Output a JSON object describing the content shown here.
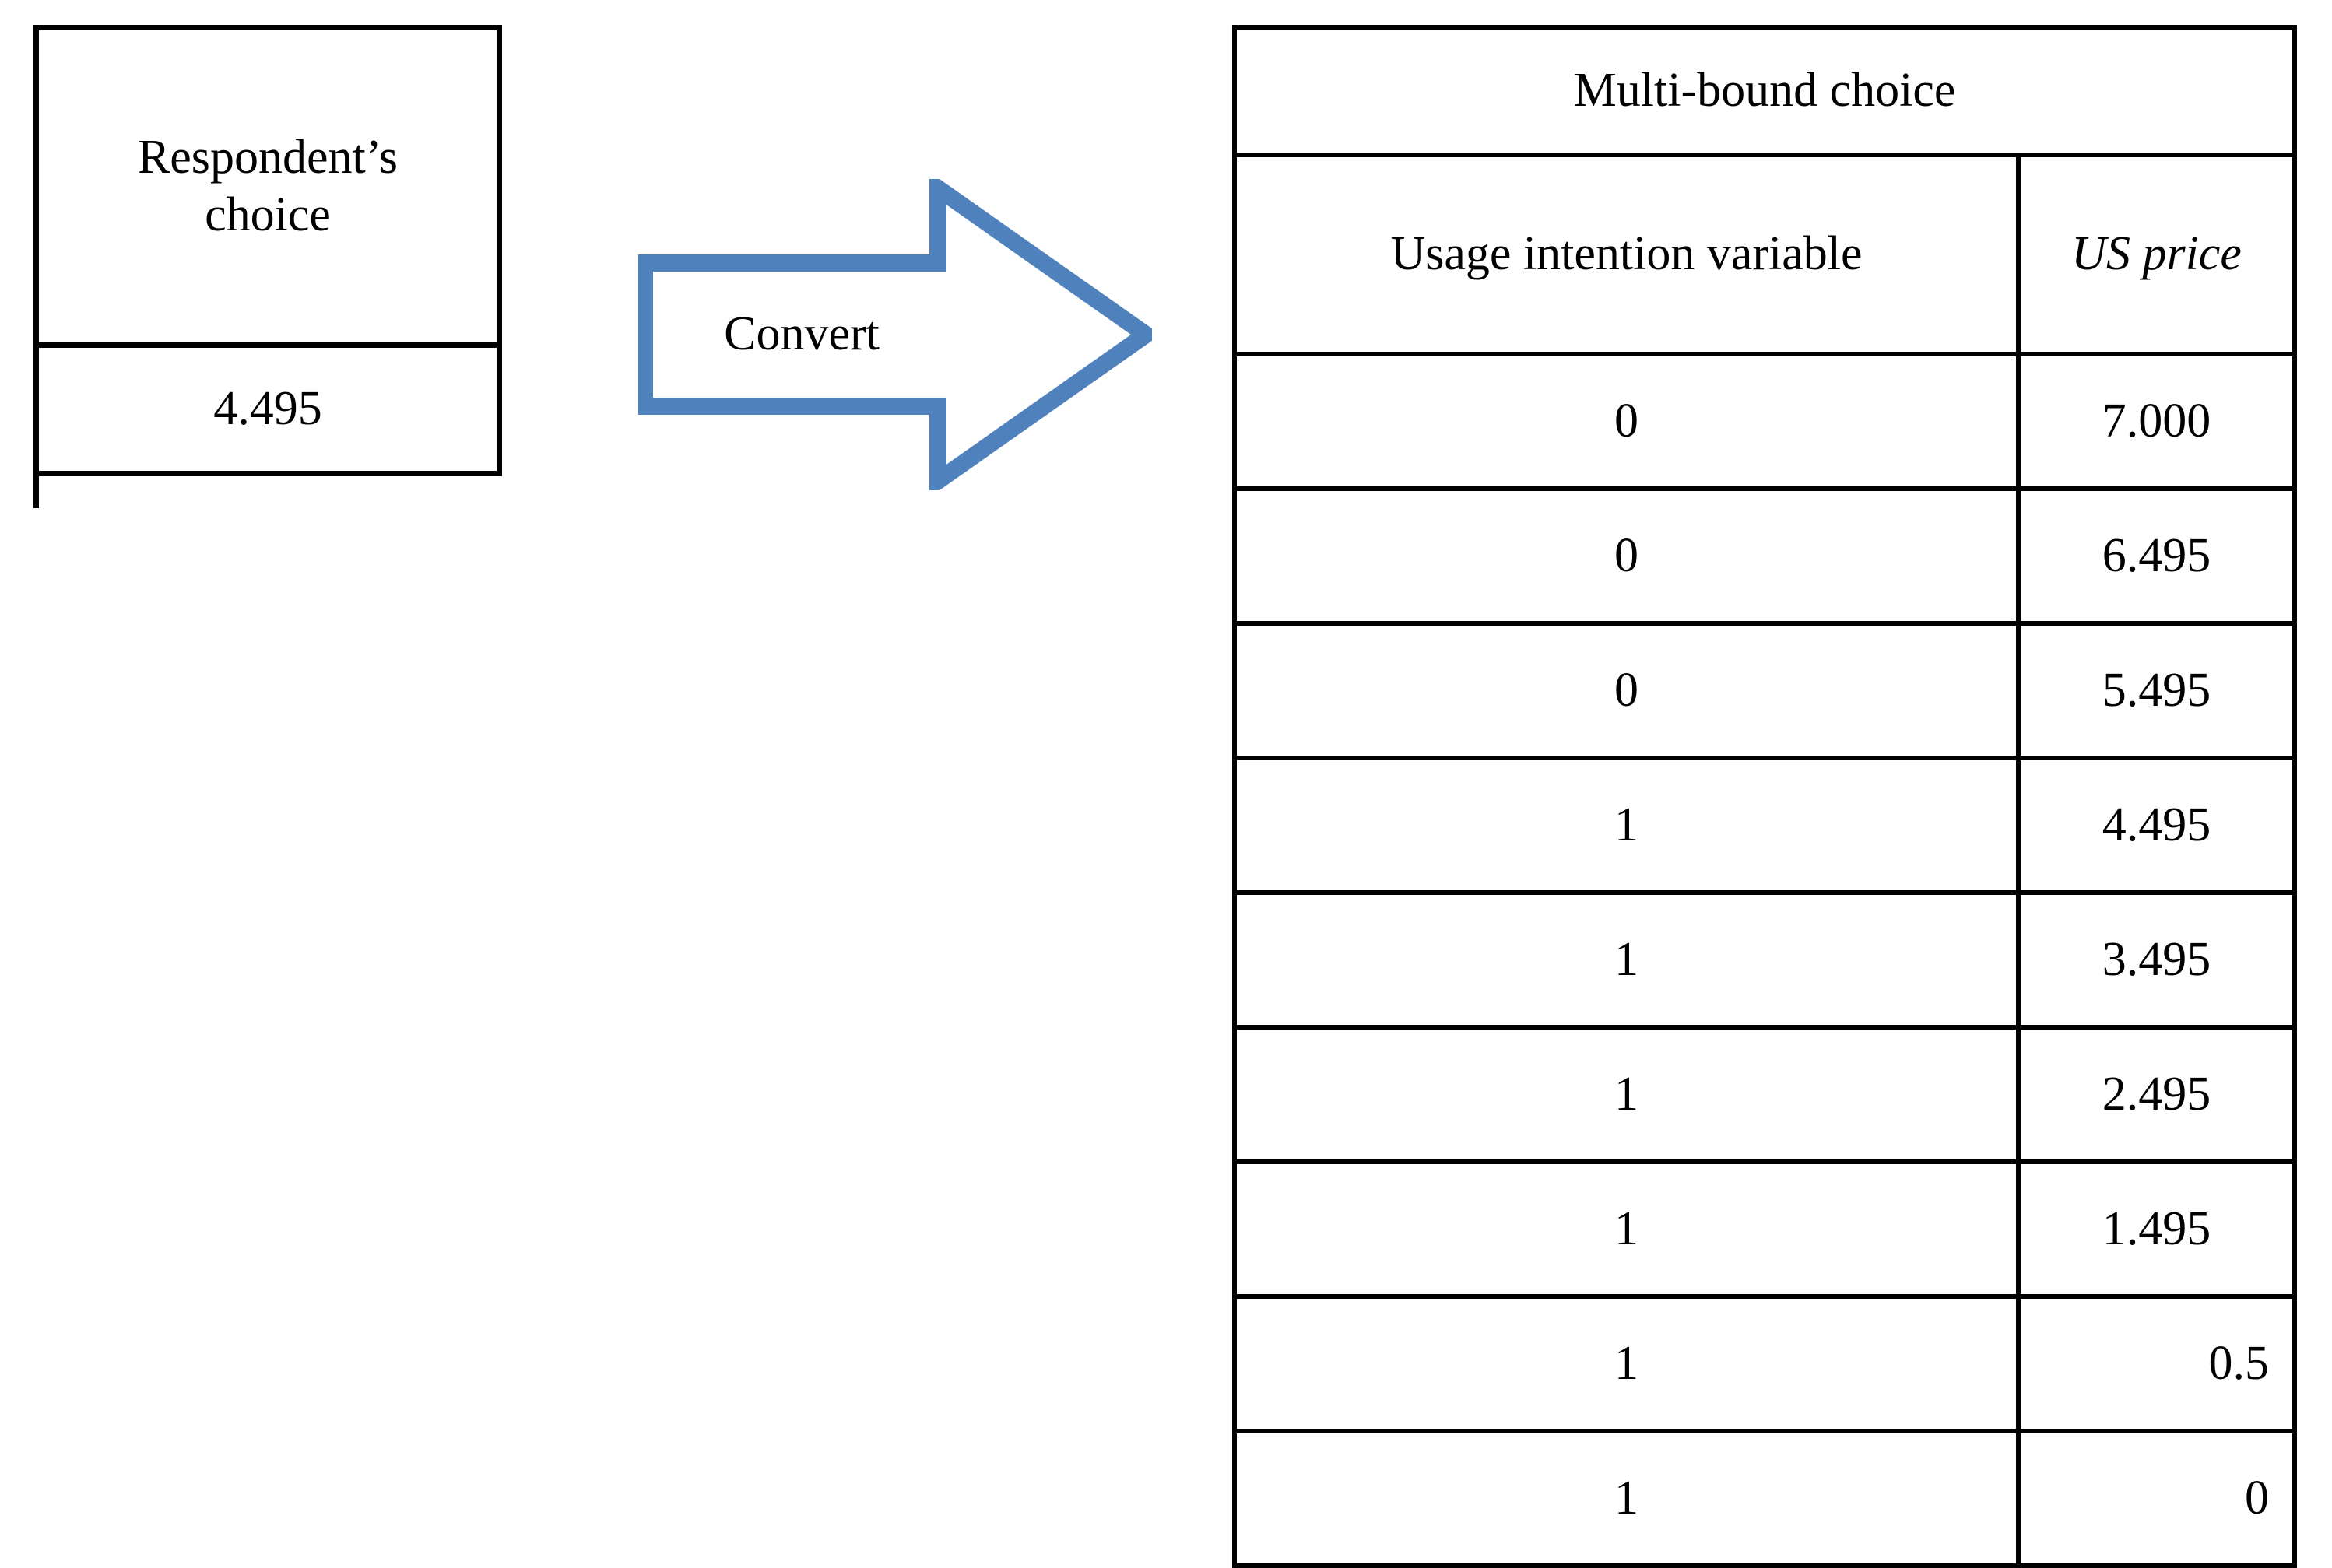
{
  "left_panel": {
    "header": "Respondent’s choice",
    "value": "4.495"
  },
  "arrow": {
    "label": "Convert",
    "direction": "right",
    "outline_color": "#4F81BD",
    "fill_color": "#FFFFFF"
  },
  "right_panel": {
    "title": "Multi-bound choice",
    "columns": [
      {
        "label": "Usage intention variable",
        "italic": false
      },
      {
        "label": "US price",
        "italic": true
      }
    ],
    "rows": [
      {
        "usage": "0",
        "price": "7.000",
        "price_align": "center"
      },
      {
        "usage": "0",
        "price": "6.495",
        "price_align": "center"
      },
      {
        "usage": "0",
        "price": "5.495",
        "price_align": "center"
      },
      {
        "usage": "1",
        "price": "4.495",
        "price_align": "center"
      },
      {
        "usage": "1",
        "price": "3.495",
        "price_align": "center"
      },
      {
        "usage": "1",
        "price": "2.495",
        "price_align": "center"
      },
      {
        "usage": "1",
        "price": "1.495",
        "price_align": "center"
      },
      {
        "usage": "1",
        "price": "0.5",
        "price_align": "right"
      },
      {
        "usage": "1",
        "price": "0",
        "price_align": "right"
      }
    ]
  }
}
